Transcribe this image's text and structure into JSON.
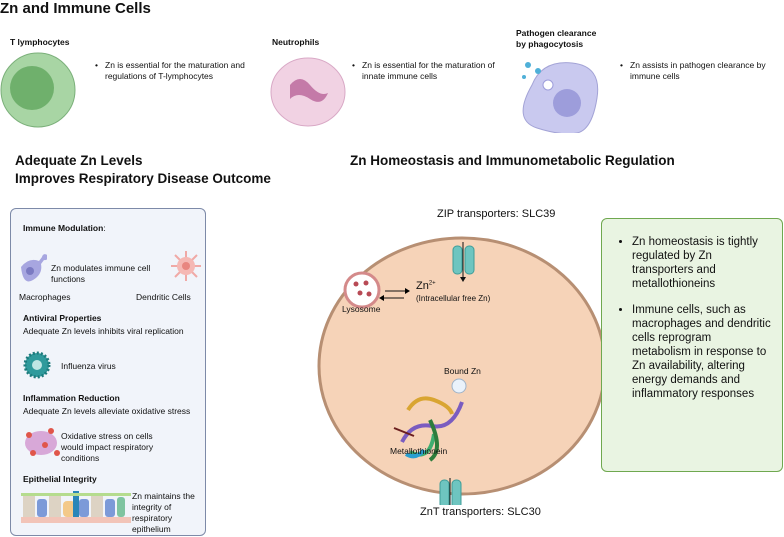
{
  "title": "Zn and Immune Cells",
  "cells": [
    {
      "label": "T lymphocytes",
      "text": "Zn is essential for the maturation and regulations of T-lymphocytes"
    },
    {
      "label": "Neutrophils",
      "text": "Zn is essential for the maturation of innate immune cells"
    },
    {
      "label": "Pathogen clearance by phagocytosis",
      "text": "Zn assists in pathogen clearance by immune cells"
    }
  ],
  "left_title_1": "Adequate Zn Levels",
  "left_title_2": "Improves Respiratory Disease Outcome",
  "right_title": "Zn Homeostasis and Immunometabolic Regulation",
  "left_box": {
    "immune_heading": "Immune Modulation",
    "immune_colon": ":",
    "immune_text": "Zn modulates immune cell functions",
    "macrophages": "Macrophages",
    "dendritic": "Dendritic Cells",
    "antiviral_heading": "Antiviral Properties",
    "antiviral_text": "Adequate Zn levels inhibits viral replication",
    "virus": "Influenza virus",
    "inflam_heading": "Inflammation Reduction",
    "inflam_text": "Adequate Zn levels alleviate oxidative stress",
    "oxidative": "Oxidative stress on cells would impact respiratory conditions",
    "epi_heading": "Epithelial Integrity",
    "epi_text": "Zn maintains the integrity of respiratory epithelium"
  },
  "diagram": {
    "zip": "ZIP transporters: SLC39",
    "znt": "ZnT transporters: SLC30",
    "lysosome": "Lysosome",
    "zn": "Zn",
    "zn_sup": "2+",
    "free_zn": "(Intracellular free Zn)",
    "bound": "Bound Zn",
    "mt": "Metallothionein"
  },
  "green_box": [
    "Zn homeostasis is tightly regulated by Zn transporters and metallothioneins",
    "Immune cells, such as macrophages and dendritic cells reprogram metabolism in response to Zn availability, altering energy demands and inflammatory responses"
  ]
}
